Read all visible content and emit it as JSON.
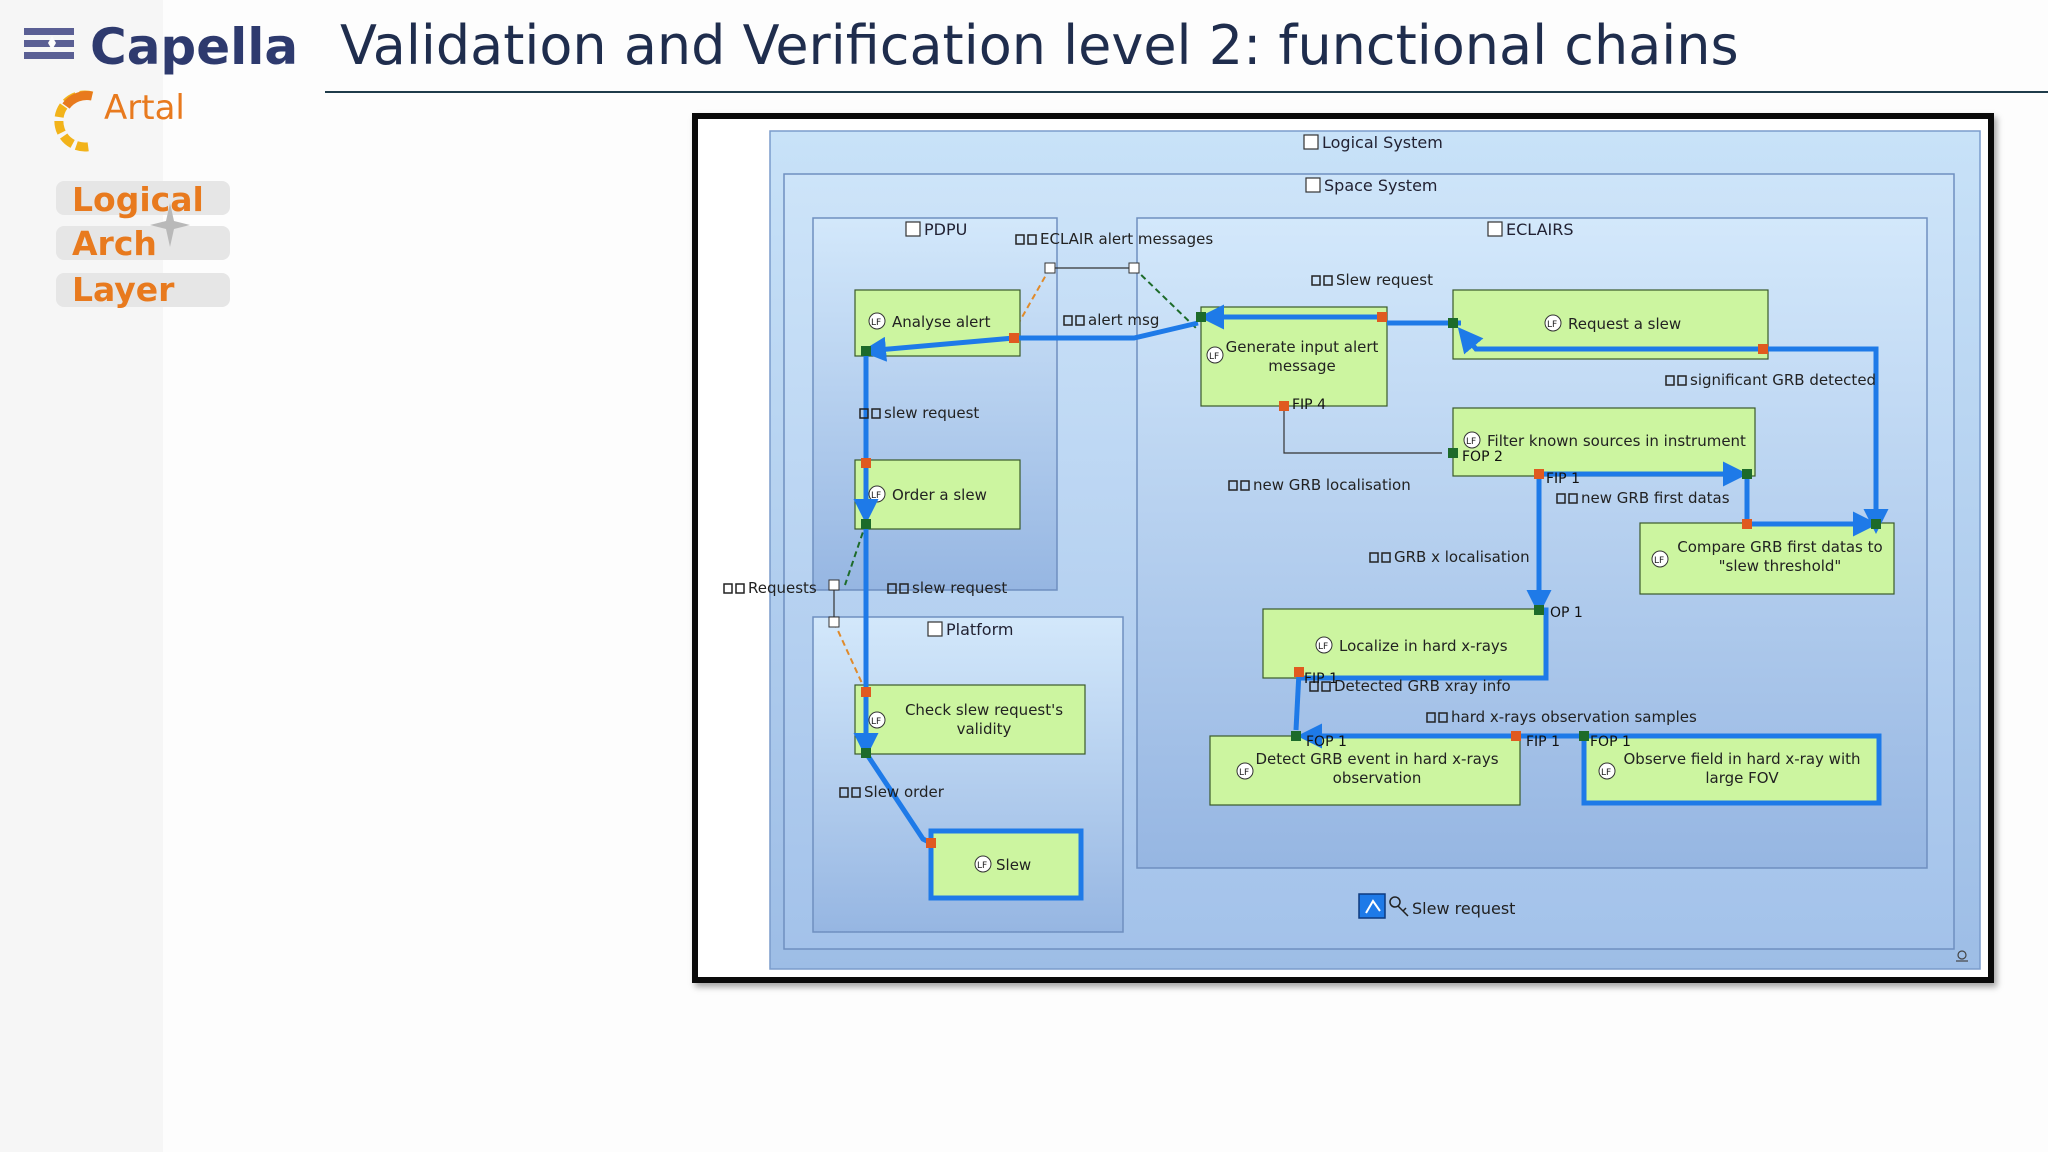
{
  "brand": {
    "logo": "Capella",
    "partner": "Artal"
  },
  "title": "Validation and Verification level 2: functional chains",
  "layer_badges": [
    "Logical",
    "Arch",
    "Layer"
  ],
  "diagram": {
    "containers": {
      "logical_system": "Logical System",
      "space_system": "Space System",
      "pdpu": "PDPU",
      "eclairs": "ECLAIRS",
      "platform": "Platform"
    },
    "functions": {
      "analyse_alert": "Analyse alert",
      "order_slew": "Order a slew",
      "check_slew_1": "Check slew request's",
      "check_slew_2": "validity",
      "slew": "Slew",
      "generate_alert_1": "Generate input alert",
      "generate_alert_2": "message",
      "request_slew": "Request a slew",
      "filter_sources": "Filter known sources in instrument",
      "compare_grb_1": "Compare GRB first datas to",
      "compare_grb_2": "\"slew threshold\"",
      "localize": "Localize in hard x-rays",
      "detect_grb_1": "Detect GRB event in hard x-rays",
      "detect_grb_2": "observation",
      "observe_field_1": "Observe field in hard x-ray with",
      "observe_field_2": "large FOV"
    },
    "exchanges": {
      "eclair_alert": "ECLAIR alert messages",
      "alert_msg": "alert msg",
      "slew_request_top": "Slew request",
      "slew_request_pdpu": "slew request",
      "significant_grb": "significant GRB detected",
      "new_grb_loc": "new GRB localisation",
      "new_grb_first": "new GRB first datas",
      "grb_x_loc": "GRB x localisation",
      "requests": "Requests",
      "slew_request_mid": "slew request",
      "detected_grb": "Detected GRB xray info",
      "hard_xrays_samples": "hard x-rays observation samples",
      "slew_order": "Slew order"
    },
    "ports": {
      "fip4": "FIP 4",
      "fop2": "FOP 2",
      "fip1_a": "FIP 1",
      "fip1_b": "FIP 1",
      "fop1_a": "OP 1",
      "fop1_b": "FOP 1",
      "fop1_c": "FOP 1",
      "fip1_c": "FIP 1"
    },
    "function_tag": "LF",
    "chain_label": "Slew request",
    "colors": {
      "function_fill": "#ccf5a0",
      "container_fill": "#b6d3ef",
      "chain": "#1e7ae8",
      "port_out": "#e05a20",
      "port_in": "#1d6b2a"
    }
  }
}
